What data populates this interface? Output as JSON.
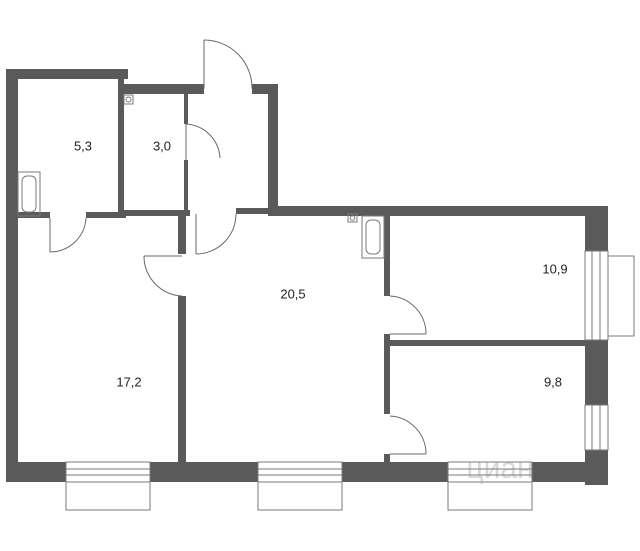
{
  "rooms": [
    {
      "id": "bathroom",
      "area": "5,3"
    },
    {
      "id": "toilet",
      "area": "3,0"
    },
    {
      "id": "living",
      "area": "20,5"
    },
    {
      "id": "bedroom-1",
      "area": "10,9"
    },
    {
      "id": "bedroom-2",
      "area": "9,8"
    },
    {
      "id": "room-large",
      "area": "17,2"
    }
  ],
  "colors": {
    "wall": "#5a5a5a",
    "line": "#7a7a7a",
    "background": "#ffffff"
  }
}
